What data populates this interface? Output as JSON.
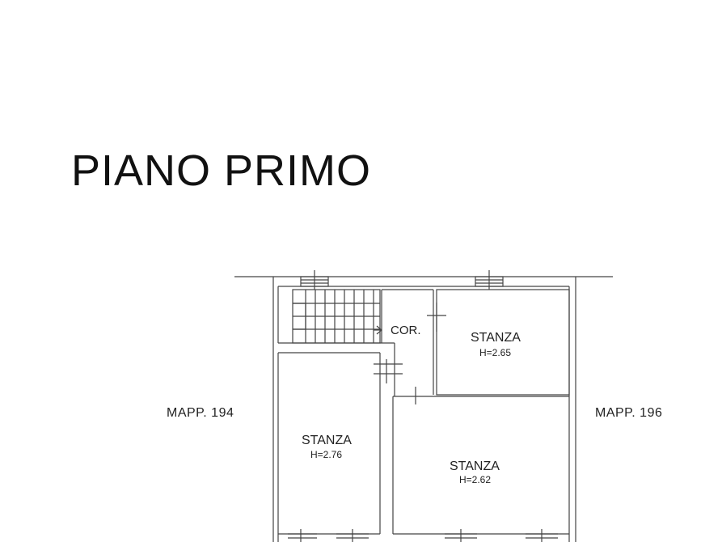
{
  "title": "PIANO PRIMO",
  "neighbors": {
    "left": "MAPP. 194",
    "right": "MAPP. 196"
  },
  "rooms": {
    "corridor": {
      "name": "COR."
    },
    "top_right": {
      "name": "STANZA",
      "height": "H=2.65"
    },
    "left": {
      "name": "STANZA",
      "height": "H=2.76"
    },
    "bottom_right": {
      "name": "STANZA",
      "height": "H=2.62"
    }
  },
  "colors": {
    "line": "#444444",
    "background": "#ffffff"
  }
}
